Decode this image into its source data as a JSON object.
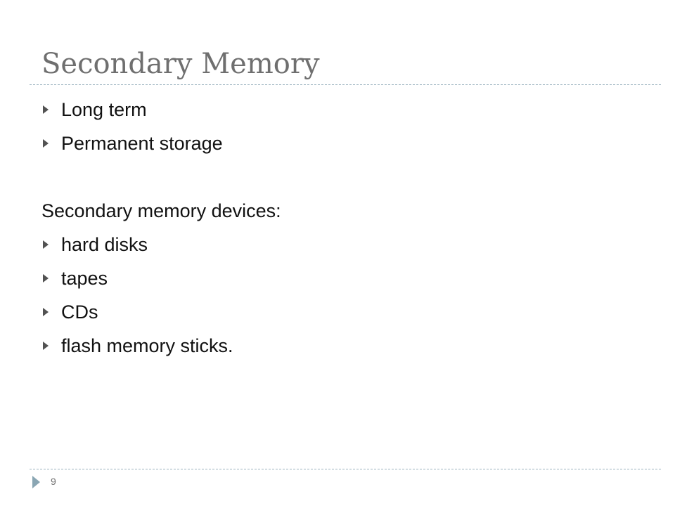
{
  "slide": {
    "title": "Secondary Memory",
    "bullets_top": [
      {
        "label": "Long term",
        "icon": "triangle-bullet-icon"
      },
      {
        "label": "Permanent storage",
        "icon": "triangle-bullet-icon"
      }
    ],
    "subheading": "Secondary memory devices:",
    "bullets_devices": [
      {
        "label": "hard disks",
        "icon": "triangle-bullet-icon"
      },
      {
        "label": "tapes",
        "icon": "triangle-bullet-icon"
      },
      {
        "label": "CDs",
        "icon": "triangle-bullet-icon"
      },
      {
        "label": "flash memory sticks.",
        "icon": "triangle-bullet-icon"
      }
    ],
    "page_number": "9"
  },
  "colors": {
    "title": "#6f6f6f",
    "text": "#111111",
    "rule": "#9db4c0",
    "bullet": "#525252",
    "footer_marker": "#8aa6b3"
  }
}
